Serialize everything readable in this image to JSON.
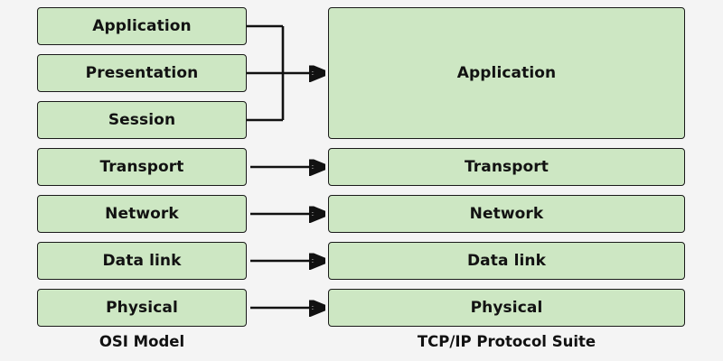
{
  "background_color": "#f4f4f4",
  "box_fill_color": "#cde7c3",
  "box_border_color": "#1a1a1a",
  "connector_color": "#111111",
  "osi": {
    "caption": "OSI Model",
    "layers": [
      {
        "label": "Application"
      },
      {
        "label": "Presentation"
      },
      {
        "label": "Session"
      },
      {
        "label": "Transport"
      },
      {
        "label": "Network"
      },
      {
        "label": "Data link"
      },
      {
        "label": "Physical"
      }
    ]
  },
  "tcpip": {
    "caption": "TCP/IP Protocol Suite",
    "layers": [
      {
        "label": "Application"
      },
      {
        "label": "Transport"
      },
      {
        "label": "Network"
      },
      {
        "label": "Data link"
      },
      {
        "label": "Physical"
      }
    ]
  },
  "mappings": [
    {
      "from": [
        "Application",
        "Presentation",
        "Session"
      ],
      "to": "Application",
      "style": "bracket-arrow"
    },
    {
      "from": [
        "Transport"
      ],
      "to": "Transport",
      "style": "arrow"
    },
    {
      "from": [
        "Network"
      ],
      "to": "Network",
      "style": "arrow"
    },
    {
      "from": [
        "Data link"
      ],
      "to": "Data link",
      "style": "arrow"
    },
    {
      "from": [
        "Physical"
      ],
      "to": "Physical",
      "style": "arrow"
    }
  ]
}
